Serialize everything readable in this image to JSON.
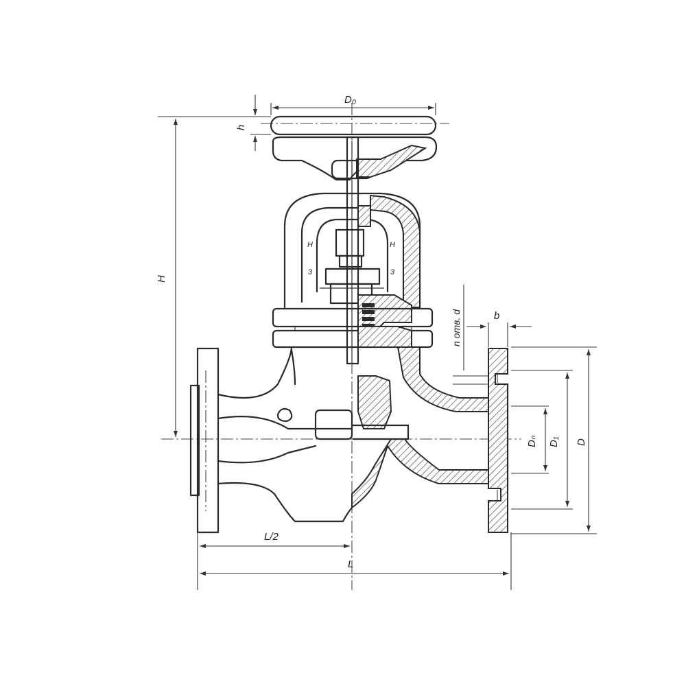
{
  "dimensions": {
    "handwheel_diameter": "D₀",
    "handwheel_height": "h",
    "overall_height": "H",
    "holes": "n отв. d",
    "flange_thickness": "b",
    "nominal_bore": "Dₙ",
    "bolt_circle": "D₁",
    "flange_diameter": "D",
    "half_length": "L/2",
    "length": "L"
  },
  "markings": {
    "yoke_letter_h": "Н",
    "yoke_letter_3": "3"
  }
}
